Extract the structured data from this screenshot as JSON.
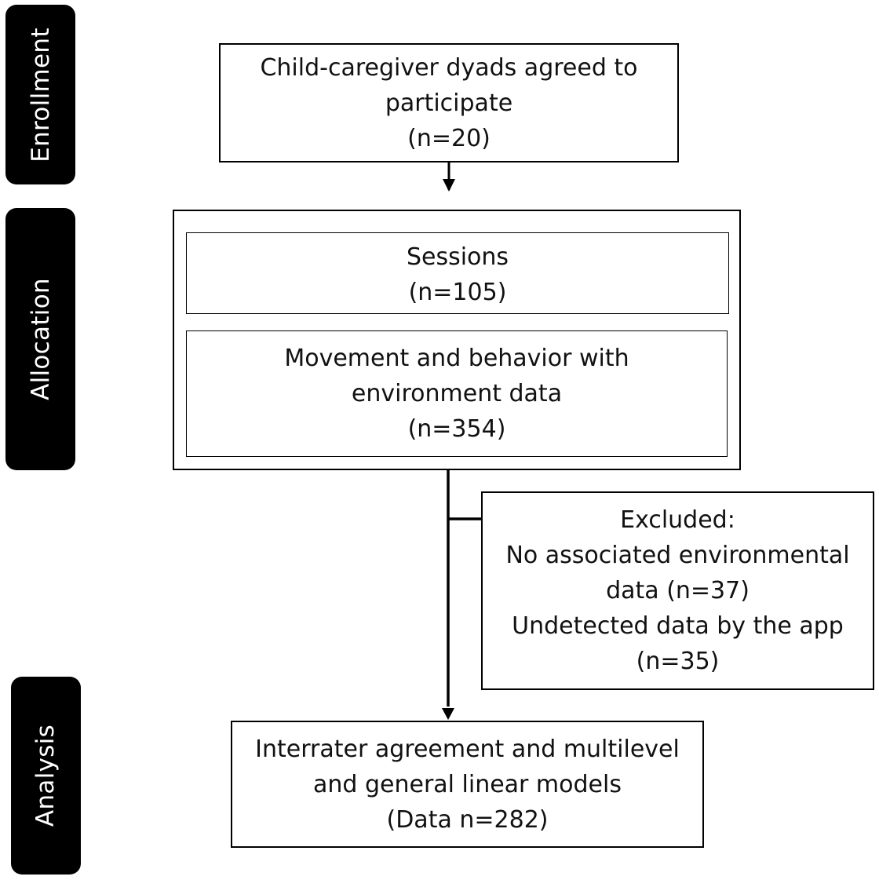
{
  "phases": {
    "enrollment": "Enrollment",
    "allocation": "Allocation",
    "analysis": "Analysis"
  },
  "boxes": {
    "enrollment": {
      "line1": "Child-caregiver dyads agreed to",
      "line2": "participate",
      "line3": "(n=20)"
    },
    "sessions": {
      "line1": "Sessions",
      "line2": "(n=105)"
    },
    "movement": {
      "line1": "Movement and behavior with",
      "line2": "environment data",
      "line3": "(n=354)"
    },
    "excluded": {
      "line1": "Excluded:",
      "line2": "No associated environmental",
      "line3": "data (n=37)",
      "line4": "Undetected data by the app",
      "line5": "(n=35)"
    },
    "analysis": {
      "line1": "Interrater agreement and multilevel",
      "line2": "and general linear models",
      "line3": "(Data n=282)"
    }
  }
}
